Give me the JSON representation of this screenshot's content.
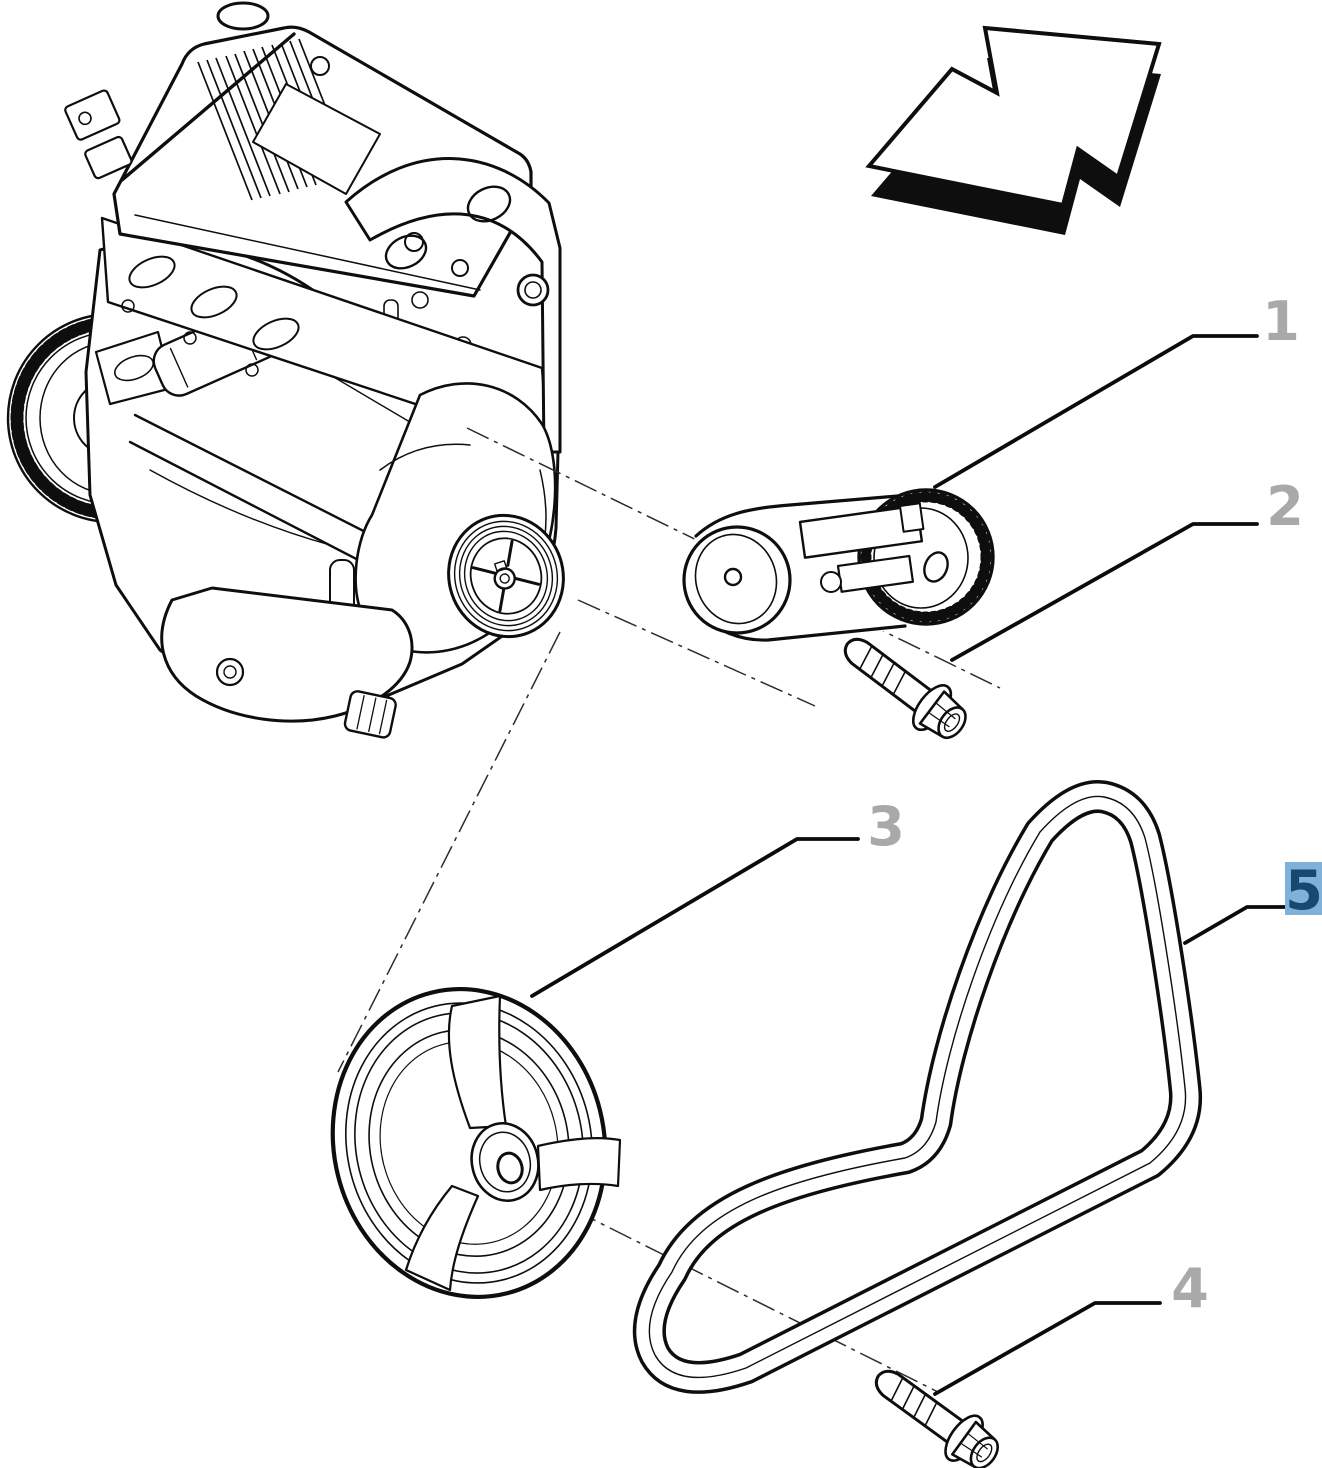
{
  "figure": {
    "kind": "exploded-parts-diagram",
    "background": "#FFFFFF"
  },
  "callouts": [
    {
      "label": "1",
      "highlighted": false
    },
    {
      "label": "2",
      "highlighted": false
    },
    {
      "label": "3",
      "highlighted": false
    },
    {
      "label": "4",
      "highlighted": false
    },
    {
      "label": "5",
      "highlighted": true
    }
  ],
  "colors": {
    "callout_gray": "#A9A9A9",
    "line": "#0E0E0E",
    "highlight_bg": "#7EB2DA",
    "highlight_text": "#17486F"
  }
}
